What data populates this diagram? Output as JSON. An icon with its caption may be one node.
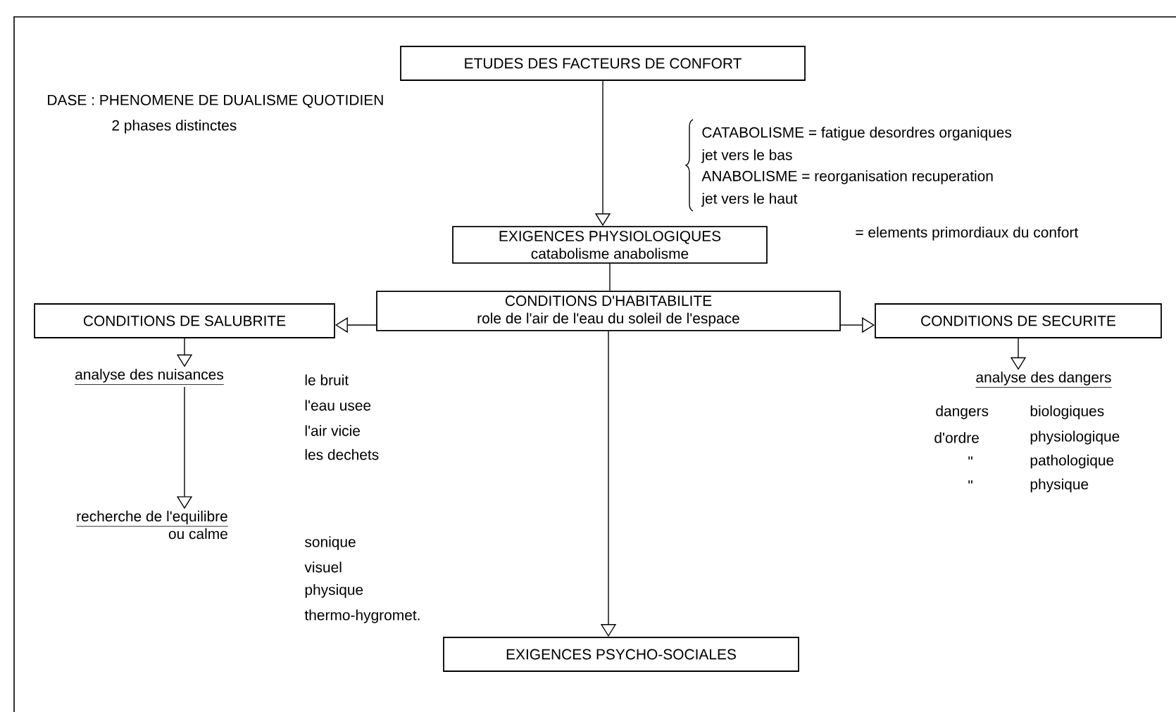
{
  "diagram": {
    "nodes": [
      {
        "text": [
          "ETUDES DES FACTEURS DE CONFORT"
        ]
      },
      {
        "text": [
          "EXIGENCES PHYSIOLOGIQUES",
          "catabolisme anabolisme"
        ]
      },
      {
        "text": [
          "CONDITIONS D'HABITABILITE",
          "role de l'air de l'eau du soleil de l'espace"
        ]
      },
      {
        "text": [
          "CONDITIONS DE SALUBRITE"
        ]
      },
      {
        "text": [
          "CONDITIONS DE SECURITE"
        ]
      },
      {
        "text": [
          "analyse des nuisances"
        ]
      },
      {
        "text": [
          "recherche de l'equilibre",
          "ou calme"
        ]
      },
      {
        "text": [
          "analyse des dangers"
        ]
      },
      {
        "text": [
          "EXIGENCES PSYCHO-SOCIALES"
        ]
      }
    ],
    "edges": [
      {
        "from": 0,
        "to": 1,
        "arrow": "to"
      },
      {
        "from": 1,
        "to": 2,
        "arrow": "none"
      },
      {
        "from": 2,
        "to": 3,
        "arrow": "to"
      },
      {
        "from": 2,
        "to": 4,
        "arrow": "to"
      },
      {
        "from": 2,
        "to": 8,
        "arrow": "to"
      },
      {
        "from": 3,
        "to": 5,
        "arrow": "to"
      },
      {
        "from": 5,
        "to": 6,
        "arrow": "to"
      },
      {
        "from": 4,
        "to": 7,
        "arrow": "to"
      }
    ],
    "labels": [
      "DASE : PHENOMENE DE DUALISME QUOTIDIEN",
      "2 phases distinctes",
      "CATABOLISME = fatigue desordres organiques",
      "jet vers le bas",
      "ANABOLISME = reorganisation recuperation",
      "jet vers le haut",
      "= elements primordiaux du confort",
      "le bruit",
      "l'eau usee",
      "l'air vicie",
      "les dechets",
      "sonique",
      "visuel",
      "physique",
      "thermo-hygromet.",
      "dangers",
      "biologiques",
      "d'ordre",
      "physiologique",
      "\"",
      "pathologique",
      "\"",
      "physique"
    ]
  }
}
